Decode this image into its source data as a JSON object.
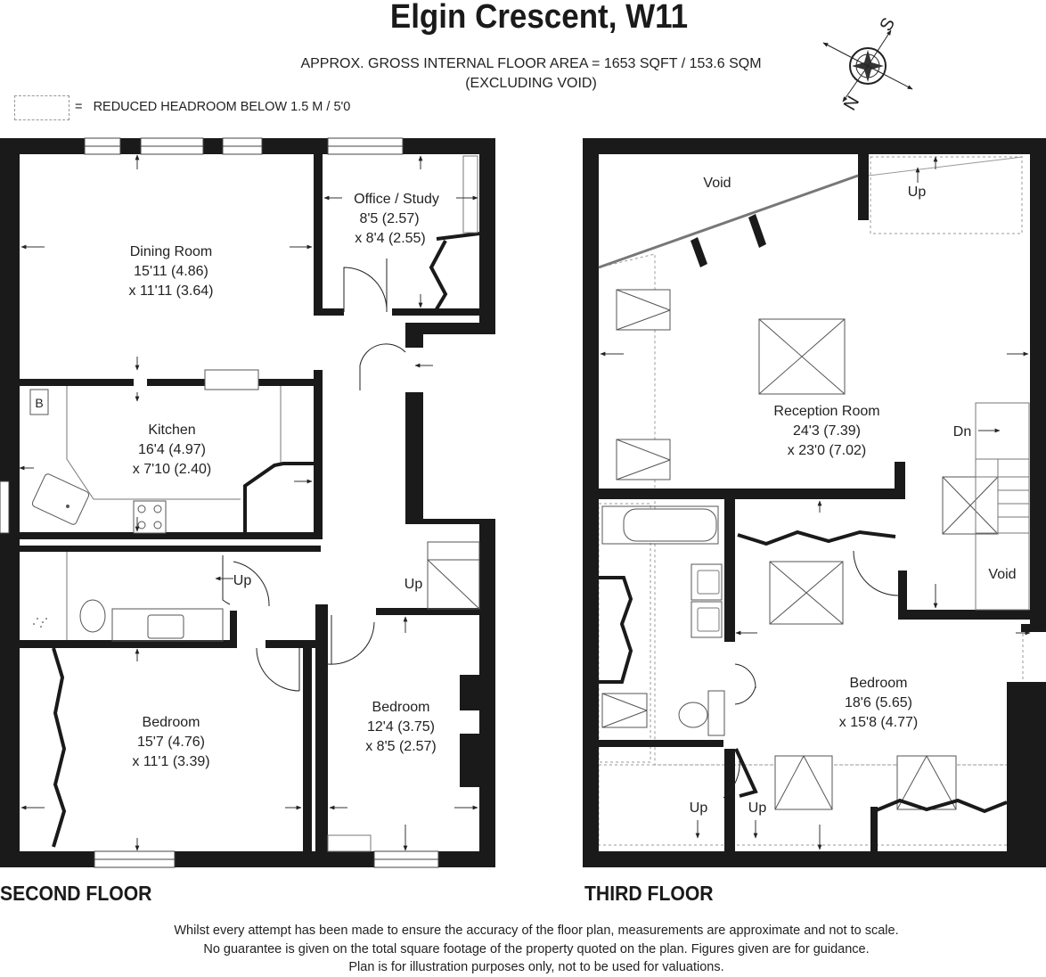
{
  "header": {
    "title": "Elgin Crescent, W11",
    "area_line_1": "APPROX. GROSS INTERNAL FLOOR AREA = 1653 SQFT / 153.6 SQM",
    "area_line_2": "(EXCLUDING VOID)"
  },
  "legend": {
    "equals": "=",
    "label": "REDUCED HEADROOM BELOW 1.5 M / 5'0"
  },
  "compass": {
    "north": "N",
    "south": "S"
  },
  "second_floor": {
    "label": "SECOND FLOOR",
    "rooms": {
      "dining": {
        "name": "Dining Room",
        "dim1": "15'11 (4.86)",
        "dim2": "x 11'11 (3.64)"
      },
      "office": {
        "name": "Office / Study",
        "dim1": "8'5 (2.57)",
        "dim2": "x 8'4 (2.55)"
      },
      "kitchen": {
        "name": "Kitchen",
        "dim1": "16'4 (4.97)",
        "dim2": "x 7'10 (2.40)"
      },
      "bedroom_left": {
        "name": "Bedroom",
        "dim1": "15'7 (4.76)",
        "dim2": "x 11'1 (3.39)"
      },
      "bedroom_right": {
        "name": "Bedroom",
        "dim1": "12'4 (3.75)",
        "dim2": "x 8'5 (2.57)"
      }
    },
    "boiler": "B",
    "stairs_bathroom": "Up",
    "stairs_hall": "Up"
  },
  "third_floor": {
    "label": "THIRD FLOOR",
    "void_top": "Void",
    "void_right": "Void",
    "stairs_top": "Up",
    "stairs_down": "Dn",
    "stairs_bottom_left": "Up",
    "stairs_bottom_right": "Up",
    "rooms": {
      "reception": {
        "name": "Reception Room",
        "dim1": "24'3 (7.39)",
        "dim2": "x 23'0 (7.02)"
      },
      "bedroom": {
        "name": "Bedroom",
        "dim1": "18'6 (5.65)",
        "dim2": "x 15'8 (4.77)"
      }
    }
  },
  "disclaimer": {
    "line_1": "Whilst every attempt has been made to ensure the accuracy of the floor plan, measurements are approximate and not to scale.",
    "line_2": "No guarantee is given on the total square footage of the property quoted on the plan. Figures given are for guidance.",
    "line_3": "Plan is for illustration purposes only, not to be used for valuations."
  }
}
